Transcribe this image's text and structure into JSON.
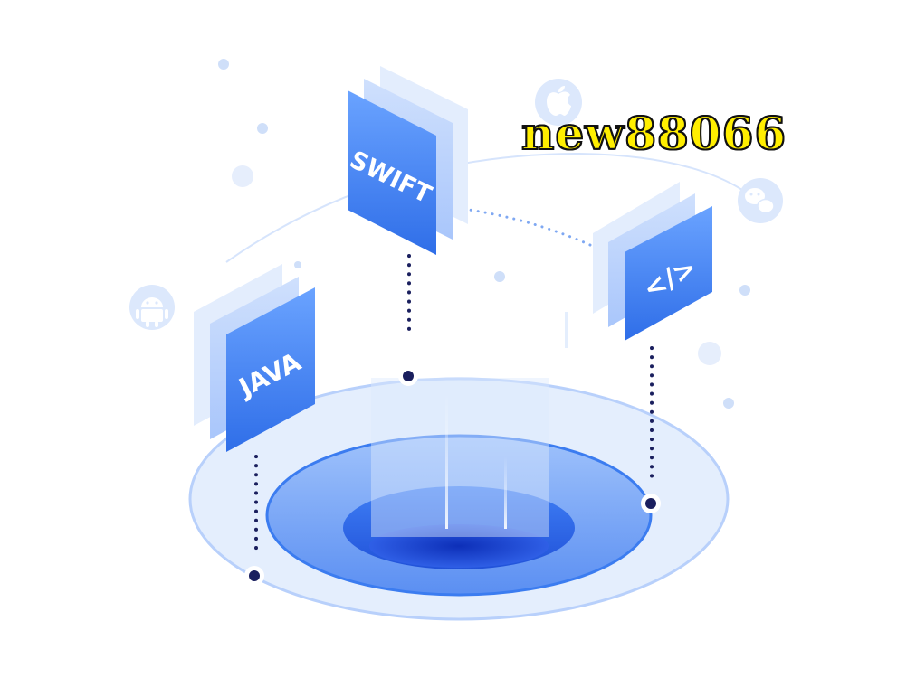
{
  "watermark": {
    "text": "new88066"
  },
  "cards": {
    "swift": {
      "label": "SWIFT"
    },
    "java": {
      "label": "JAVA"
    },
    "code": {
      "label": "</>"
    }
  },
  "icons": {
    "apple": "apple-icon",
    "android": "android-icon",
    "wechat": "wechat-icon"
  },
  "colors": {
    "primary_blue": "#3b7cf0",
    "light_blue": "#dbe8fd",
    "dark_navy": "#1a1f5e",
    "watermark_yellow": "#ffee00"
  }
}
